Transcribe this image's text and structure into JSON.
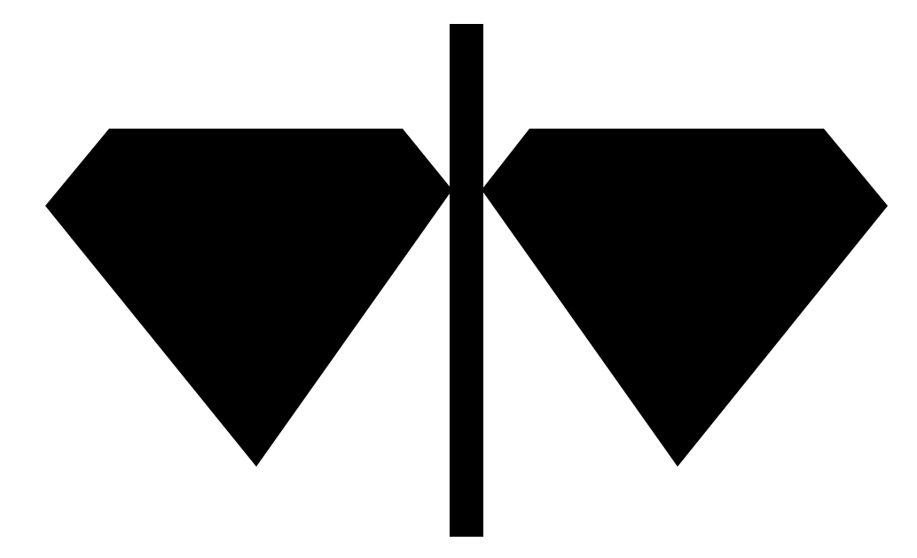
{
  "figure": {
    "background_color": "#ffffff",
    "shape_color": "#000000",
    "icon": "split-diamond-symbol",
    "parts": [
      {
        "name": "left-diamond",
        "shape": "diamond"
      },
      {
        "name": "right-diamond",
        "shape": "diamond"
      },
      {
        "name": "center-bar",
        "shape": "bar"
      }
    ]
  }
}
